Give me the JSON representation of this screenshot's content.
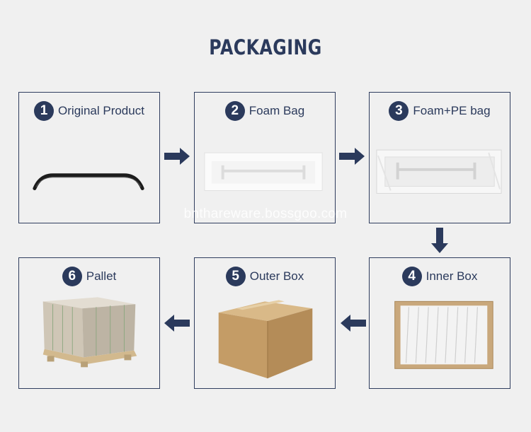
{
  "title": "PACKAGING",
  "steps": [
    {
      "num": "1",
      "label": "Original Product"
    },
    {
      "num": "2",
      "label": "Foam Bag"
    },
    {
      "num": "3",
      "label": "Foam+PE bag"
    },
    {
      "num": "4",
      "label": "Inner Box"
    },
    {
      "num": "5",
      "label": "Outer Box"
    },
    {
      "num": "6",
      "label": "Pallet"
    }
  ],
  "watermark": "bnthareware.bossgoo.com",
  "colors": {
    "accent": "#2b3a5c",
    "background": "#f0f0f0"
  }
}
